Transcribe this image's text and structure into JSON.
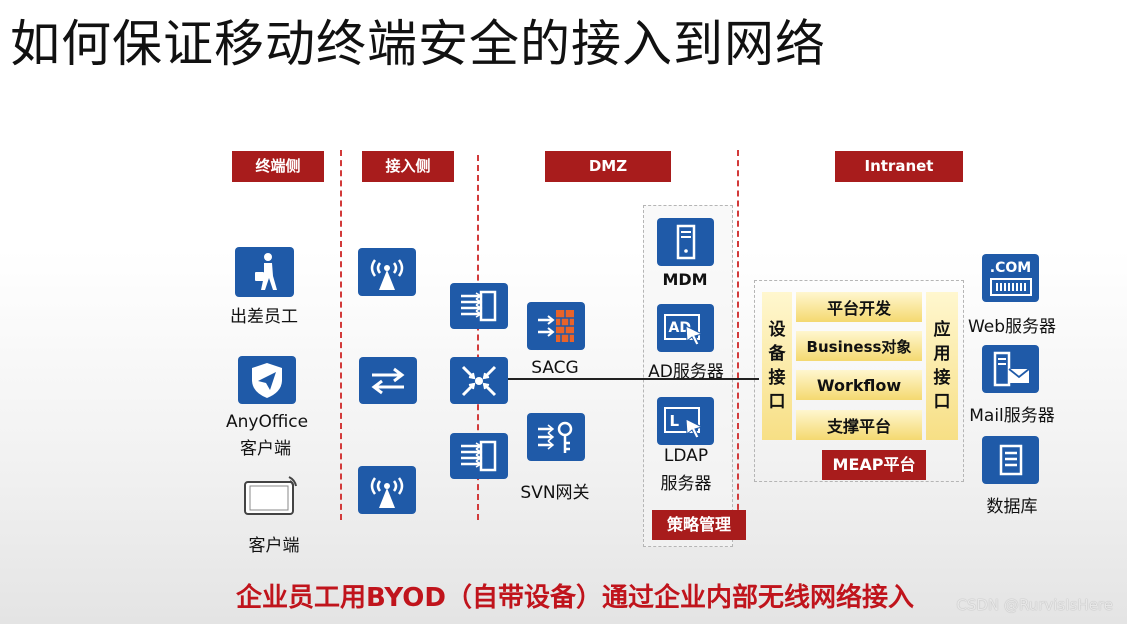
{
  "title": "如何保证移动终端安全的接入到网络",
  "headers": {
    "terminal": "终端侧",
    "access": "接入侧",
    "dmz": "DMZ",
    "intranet": "Intranet"
  },
  "terminal": {
    "employee": "出差员工",
    "anyoffice_line1": "AnyOffice",
    "anyoffice_line2": "客户端",
    "client": "客户端"
  },
  "dmz": {
    "sacg": "SACG",
    "svn": "SVN网关",
    "mdm": "MDM",
    "ad": "AD服务器",
    "ldap_line1": "LDAP",
    "ldap_line2": "服务器",
    "policy": "策略管理"
  },
  "meap": {
    "left": [
      "设",
      "备",
      "接",
      "口"
    ],
    "right": [
      "应",
      "用",
      "接",
      "口"
    ],
    "rows": [
      "平台开发",
      "Business对象",
      "Workflow",
      "支撑平台"
    ],
    "tag": "MEAP平台"
  },
  "intranet": {
    "web": "Web服务器",
    "mail": "Mail服务器",
    "db": "数据库",
    "com_text": ".COM"
  },
  "icons": {
    "ad_text": "AD",
    "ldap_text": "L"
  },
  "bottom_caption": "企业员工用BYOD（自带设备）通过企业内部无线网络接入",
  "watermark": "CSDN @RurvisIsHere",
  "colors": {
    "accent_red": "#a81c1c",
    "icon_blue": "#1f5aa8",
    "caption_red": "#c0141c"
  }
}
